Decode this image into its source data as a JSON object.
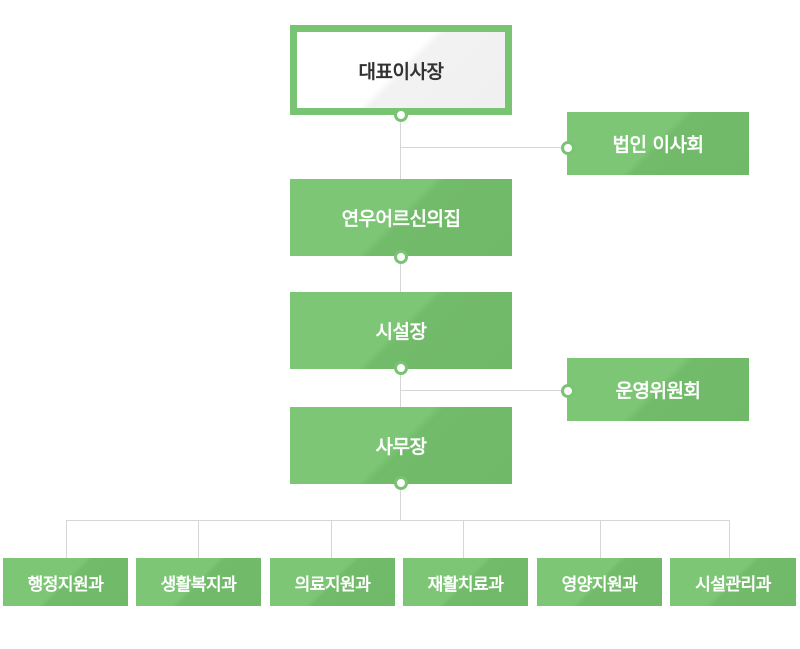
{
  "chart": {
    "ceo": "대표이사장",
    "board": "법인 이사회",
    "council": "연우어르신의집",
    "director": "시설장",
    "committee": "운영위원회",
    "secretary": "사무장",
    "departments": [
      "행정지원과",
      "생활복지과",
      "의료지원과",
      "재활치료과",
      "영양지원과",
      "시설관리과"
    ]
  },
  "colors": {
    "box_green": "#79c473",
    "line_gray": "#d6d6d6",
    "title_text": "#333333",
    "box_text": "#ffffff"
  }
}
